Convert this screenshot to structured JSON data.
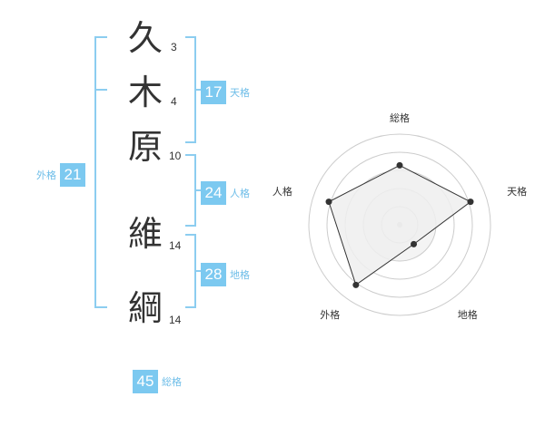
{
  "name": {
    "chars": [
      {
        "char": "久",
        "strokes": "3"
      },
      {
        "char": "木",
        "strokes": "4"
      },
      {
        "char": "原",
        "strokes": "10"
      },
      {
        "char": "維",
        "strokes": "14"
      },
      {
        "char": "綱",
        "strokes": "14"
      }
    ]
  },
  "kakaku": {
    "tenkaku": {
      "value": "17",
      "label": "天格"
    },
    "jinkaku": {
      "value": "24",
      "label": "人格"
    },
    "chikaku": {
      "value": "28",
      "label": "地格"
    },
    "gaikaku": {
      "value": "21",
      "label": "外格"
    },
    "soukaku": {
      "value": "45",
      "label": "総格"
    }
  },
  "chart_data": {
    "type": "radar",
    "axes": [
      "総格",
      "天格",
      "地格",
      "外格",
      "人格"
    ],
    "values": [
      4,
      5,
      1,
      5,
      5
    ],
    "rmax": 5,
    "rings": 5,
    "colors": {
      "fill": "#eeeeee",
      "line": "#333333",
      "ring": "#cccccc"
    }
  }
}
